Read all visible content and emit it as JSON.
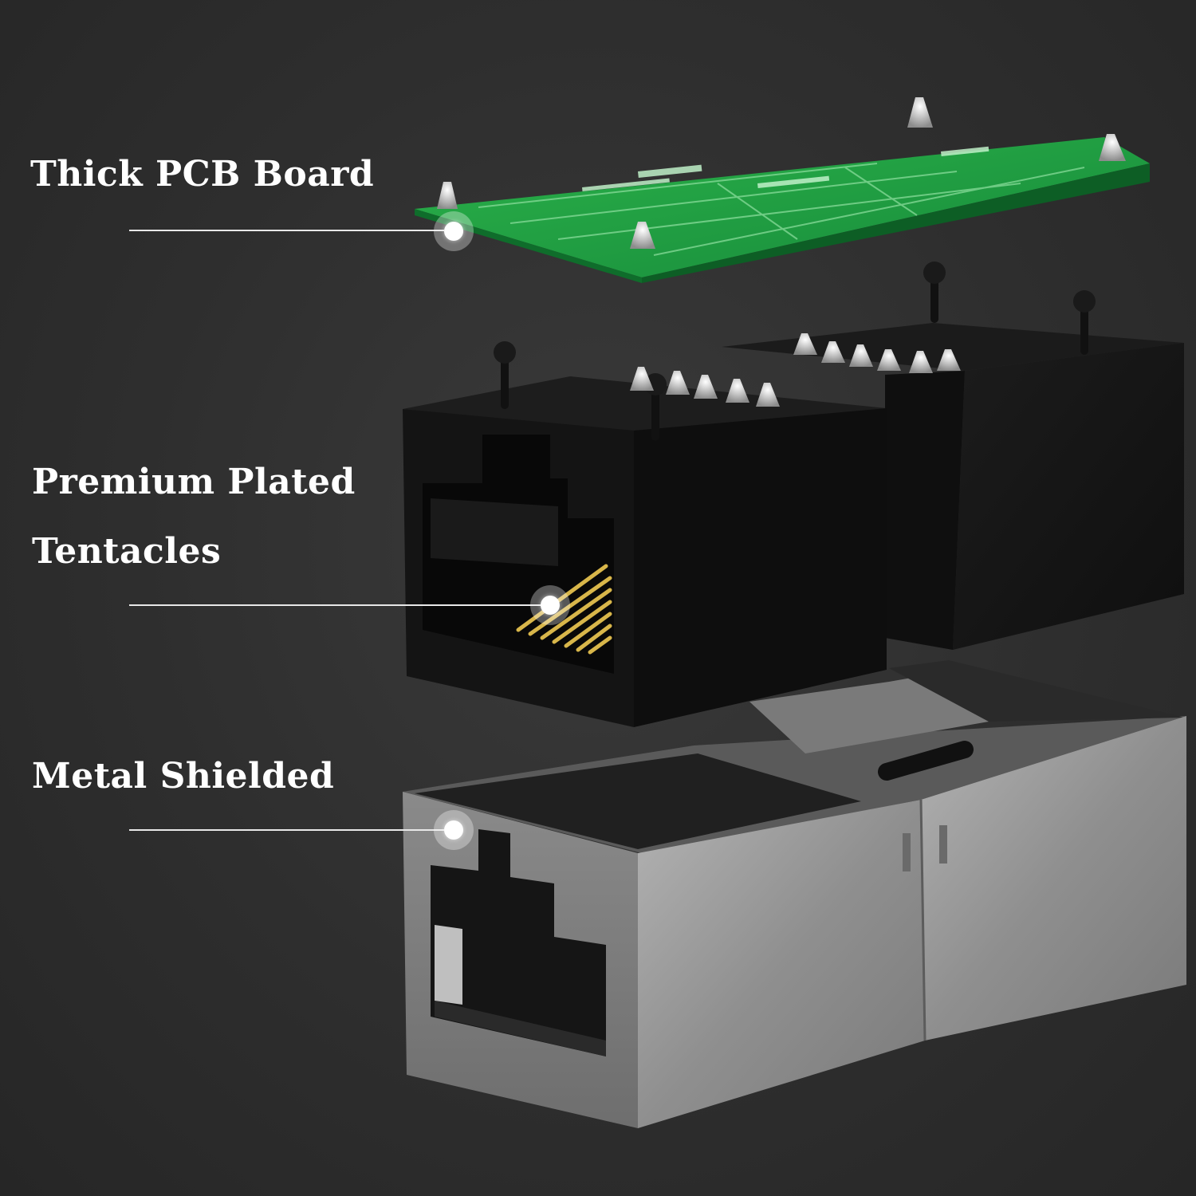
{
  "callouts": {
    "pcb": {
      "label": "Thick PCB Board"
    },
    "tentacles": {
      "line1": "Premium Plated",
      "line2": "Tentacles"
    },
    "shield": {
      "label": "Metal Shielded"
    }
  },
  "colors": {
    "background": "#2e2e2e",
    "pcb_green": "#1f9e3a",
    "housing_black": "#151515",
    "shield_metal": "#9a9a9a",
    "gold_pins": "#d8b64a"
  },
  "icons": [
    "pcb-board-illustration",
    "connector-housing-illustration",
    "metal-shield-illustration"
  ]
}
